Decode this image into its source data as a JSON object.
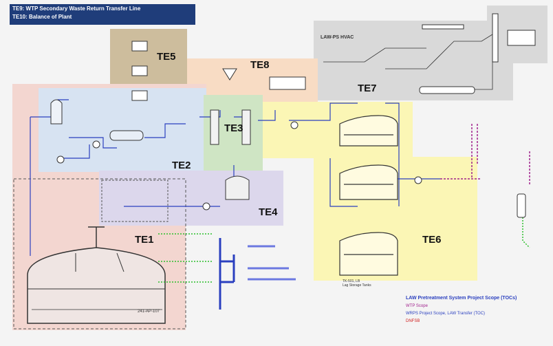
{
  "title": {
    "line1": "TE9: WTP Secondary Waste Return Transfer Line",
    "line2": "TE10: Balance of Plant"
  },
  "zones": {
    "te1": "TE1",
    "te2": "TE2",
    "te3": "TE3",
    "te4": "TE4",
    "te5": "TE5",
    "te6": "TE6",
    "te7": "TE7",
    "te8": "TE8"
  },
  "equipment": {
    "tank_te1": "241-AP-107",
    "lab_tanks": "TK-501, LB\nLag Storage Tanks",
    "lawps_hvac": "LAW-PS HVAC"
  },
  "legend": {
    "line1": "LAW Pretreatment System Project Scope (TOCs)",
    "line2": "WTP Scope",
    "line3": "WRPS Project Scope, LAW Transfer (TOC)",
    "line4": "DNFSB"
  },
  "colors": {
    "te1": "#f3d6d0",
    "te2": "#d7e3f2",
    "te3": "#cfe5c4",
    "te4": "#dcd7ec",
    "te5": "#cdbd9d",
    "te6": "#fbf6b5",
    "te7": "#d9d9d9",
    "te8": "#f8dcc4",
    "title_bg": "#1f3d7a",
    "process_line": "#2a3fbf",
    "wtp_line": "#a0208c"
  }
}
